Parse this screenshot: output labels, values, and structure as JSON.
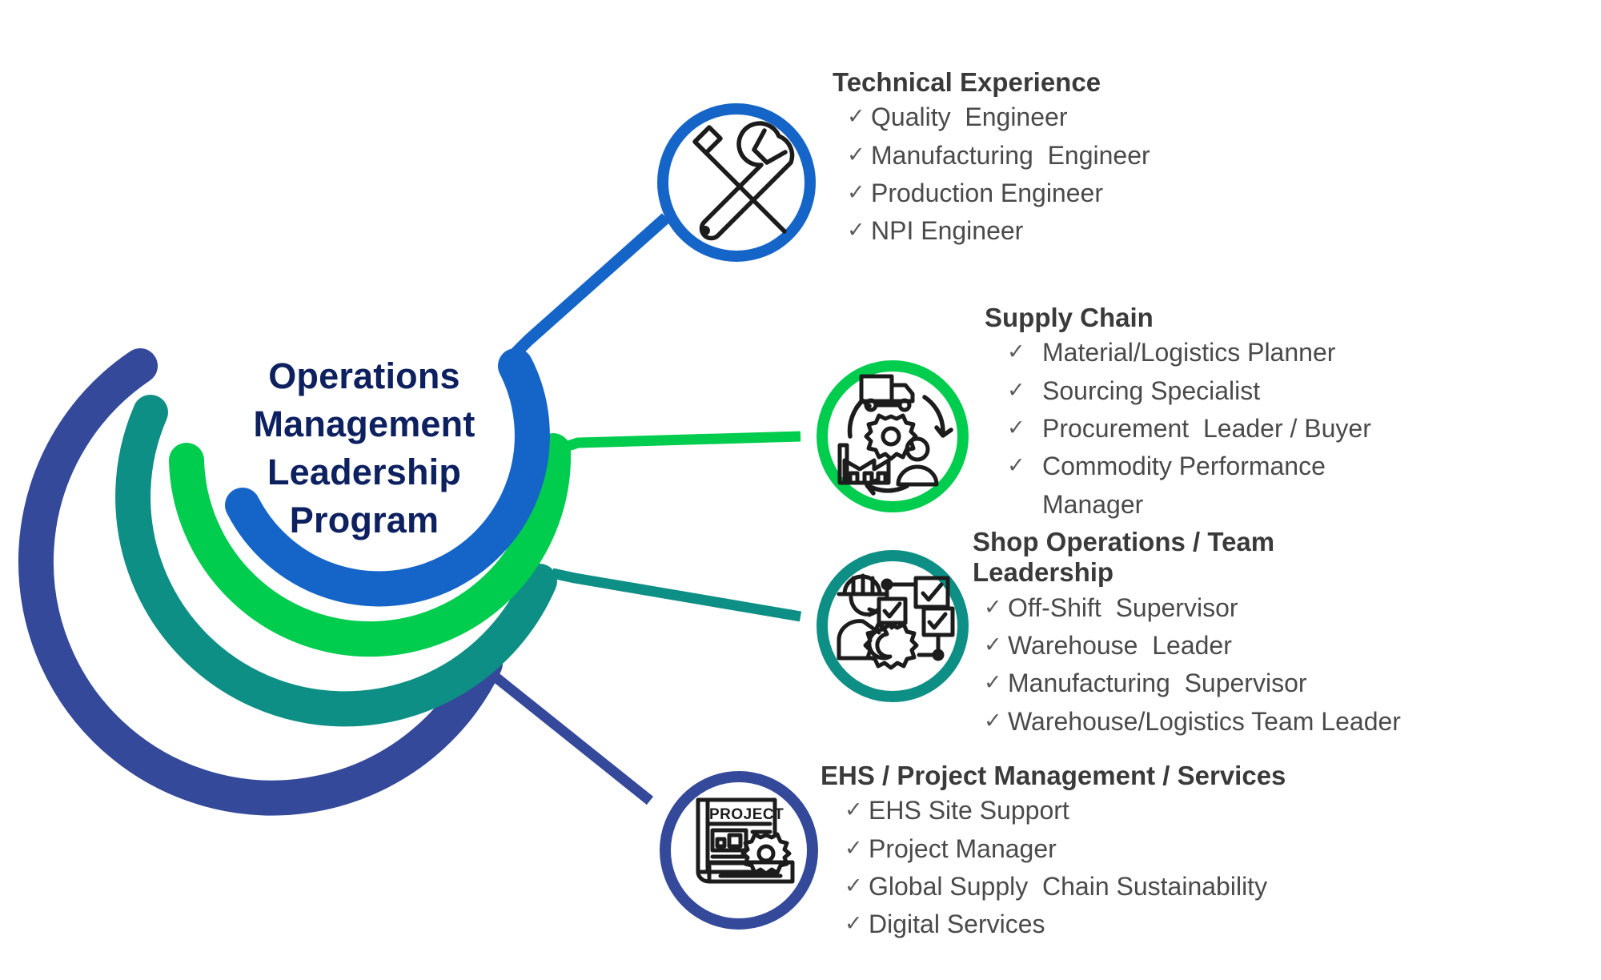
{
  "center": {
    "title": "Operations\nManagement\nLeadership\nProgram",
    "title_color": "#0d2060"
  },
  "colors": {
    "navy": "#34499a",
    "teal": "#0e8f85",
    "green": "#00cc4e",
    "blue": "#1565c8",
    "icon_stroke": "#1c1c1c",
    "heading_text": "#3a3a3a",
    "item_text": "#4a4a4a",
    "background": "#ffffff"
  },
  "branches": [
    {
      "id": "technical-experience",
      "title": "Technical Experience",
      "color": "#1565c8",
      "icon": "wrench-screwdriver-icon",
      "items": [
        "Quality  Engineer",
        "Manufacturing  Engineer",
        "Production Engineer",
        "NPI Engineer"
      ]
    },
    {
      "id": "supply-chain",
      "title": "Supply Chain",
      "color": "#00cc4e",
      "icon": "supply-chain-cycle-icon",
      "items": [
        "Material/Logistics Planner",
        "Sourcing Specialist",
        "Procurement  Leader / Buyer",
        "Commodity Performance\nManager"
      ]
    },
    {
      "id": "shop-operations",
      "title": "Shop Operations /  Team Leadership",
      "color": "#0e8f85",
      "icon": "worker-workflow-icon",
      "items": [
        "Off-Shift  Supervisor",
        "Warehouse  Leader",
        "Manufacturing  Supervisor",
        "Warehouse/Logistics Team Leader"
      ]
    },
    {
      "id": "ehs-project-management",
      "title": "EHS / Project Management / Services",
      "color": "#34499a",
      "icon": "project-document-gear-icon",
      "items": [
        "EHS Site Support",
        "Project Manager",
        "Global Supply  Chain Sustainability",
        "Digital Services"
      ]
    }
  ],
  "symbols": {
    "check": "✓"
  },
  "icon_labels": {
    "project_document": "PROJECT"
  }
}
